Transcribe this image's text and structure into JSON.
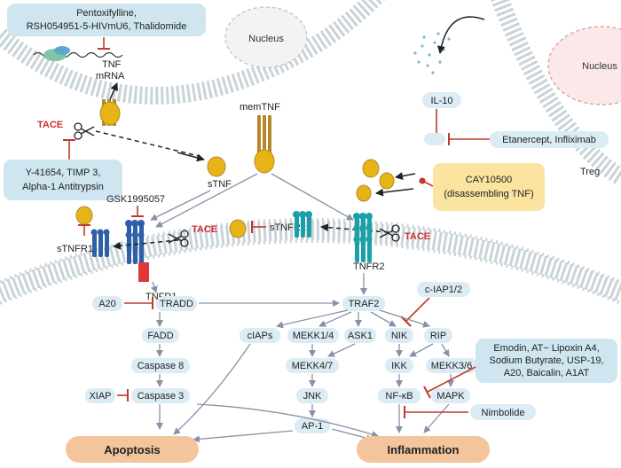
{
  "drug_boxes": {
    "tnf_mrna_inhibitors": {
      "line1": "Pentoxifylline,",
      "line2": "RSH054951-5-HIVmU6, Thalidomide"
    },
    "tace_inhibitors": {
      "line1": "Y-41654, TIMP 3,",
      "line2": "Alpha-1 Antitrypsin"
    },
    "il10_blockers": "Etanercept, Infliximab",
    "cay": {
      "line1": "CAY10500",
      "line2": "(disassembling TNF)"
    },
    "nfkb_inhibitors": {
      "line1": "Emodin, AT− Lipoxin A4,",
      "line2": "Sodium Butyrate, USP-19,",
      "line3": "A20, Baicalin, A1AT"
    },
    "nimbolide": "Nimbolide"
  },
  "labels": {
    "nucleus_left": "Nucleus",
    "nucleus_right": "Nucleus",
    "tnf_mrna": {
      "line1": "TNF",
      "line2": "mRNA"
    },
    "memtnf": "memTNF",
    "tace": "TACE",
    "stnf": "sTNF",
    "gsk": "GSK1995057",
    "stnfr1": "sTNFR1",
    "stnfr2": "sTNFR2",
    "tnfr1": "TNFR1",
    "tnfr2": "TNFR2",
    "il10": "IL-10",
    "treg": "Treg"
  },
  "pathway": {
    "a20": "A20",
    "tradd": "TRADD",
    "fadd": "FADD",
    "caspase8": "Caspase 8",
    "caspase3": "Caspase 3",
    "xiap": "XIAP",
    "traf2": "TRAF2",
    "ciap12": "c-IAP1/2",
    "ciaps": "cIAPs",
    "mekk14": "MEKK1/4",
    "ask1": "ASK1",
    "nik": "NIK",
    "rip": "RIP",
    "mekk47": "MEKK4/7",
    "ikk": "IKK",
    "mekk36": "MEKK3/6",
    "jnk": "JNK",
    "nfkb": "NF-κB",
    "mapk": "MAPK",
    "ap1": "AP-1"
  },
  "outcomes": {
    "apoptosis": "Apoptosis",
    "inflammation": "Inflammation"
  },
  "colors": {
    "membrane": "#c9d3da",
    "pill_fill": "#dcecf4",
    "drug_box": "#cfe6f0",
    "cay_box": "#fbe3a0",
    "outcome_box": "#f4c49c",
    "inhibitor_red": "#c0392b",
    "tace_red": "#d0312d",
    "tnfr1_blue": "#2f5fa6",
    "tnfr2_teal": "#1aa0a8",
    "tnf_gold": "#e7b416",
    "arrow_gray": "#9aa3b8"
  }
}
